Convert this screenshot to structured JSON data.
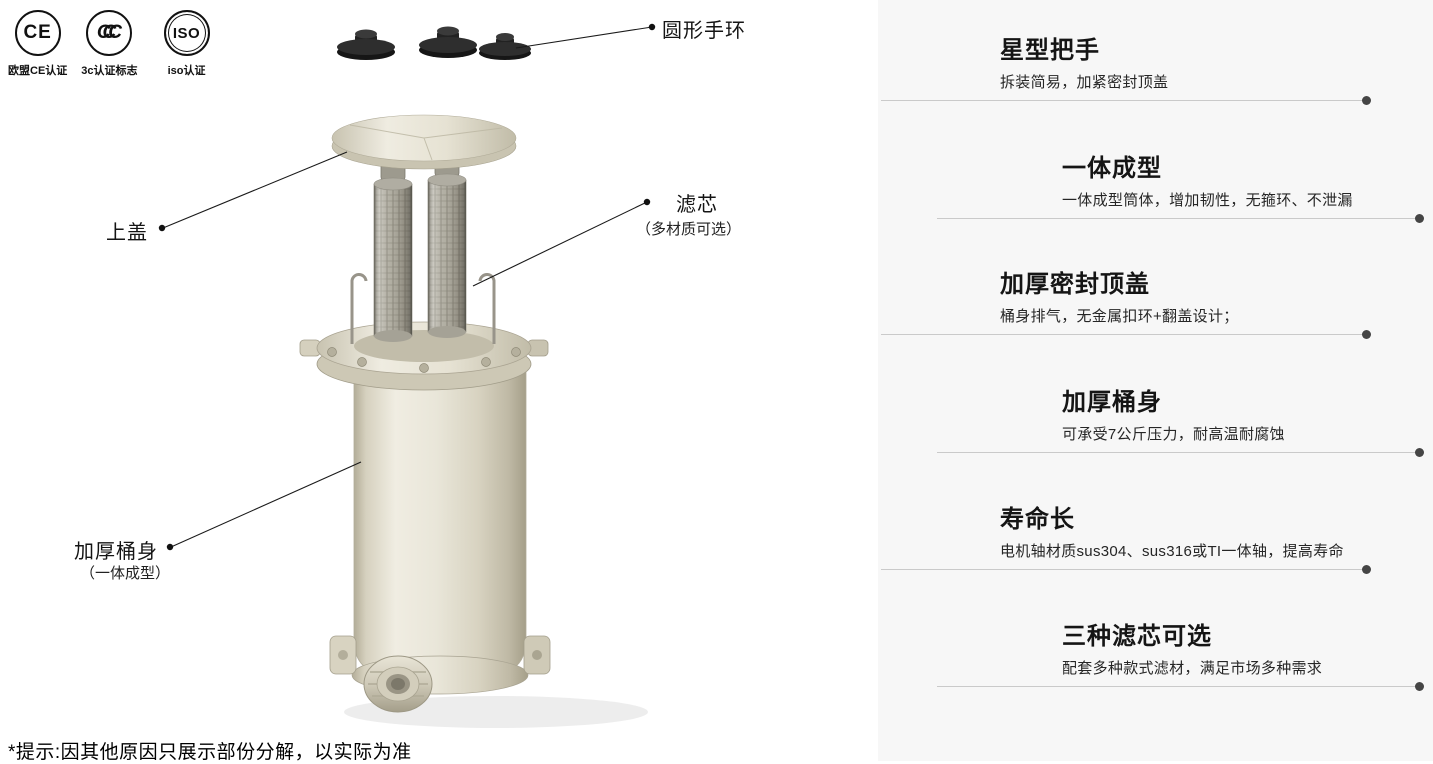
{
  "certifications": [
    {
      "icon": "CE",
      "label": "欧盟CE认证"
    },
    {
      "icon": "CCC",
      "label": "3c认证标志"
    },
    {
      "icon": "ISO",
      "label": "iso认证"
    }
  ],
  "diagram": {
    "labels": {
      "handle": "圆形手环",
      "lid": "上盖",
      "filter": "滤芯",
      "filter_sub": "（多材质可选）",
      "body": "加厚桶身",
      "body_sub": "（一体成型）"
    }
  },
  "note": "*提示:因其他原因只展示部份分解，以实际为准",
  "features": [
    {
      "title": "星型把手",
      "desc": "拆装简易，加紧密封顶盖"
    },
    {
      "title": "一体成型",
      "desc": "一体成型筒体，增加韧性，无箍环、不泄漏"
    },
    {
      "title": "加厚密封顶盖",
      "desc": "桶身排气，无金属扣环+翻盖设计；"
    },
    {
      "title": "加厚桶身",
      "desc": "可承受7公斤压力，耐高温耐腐蚀"
    },
    {
      "title": "寿命长",
      "desc": "电机轴材质sus304、sus316或TI一体轴，提高寿命"
    },
    {
      "title": "三种滤芯可选",
      "desc": "配套多种款式滤材，满足市场多种需求"
    }
  ],
  "colors": {
    "body_cream": "#e9e6d9",
    "divider": "#cacaca",
    "divider_dot": "#454545",
    "line": "#1a1a1a"
  }
}
